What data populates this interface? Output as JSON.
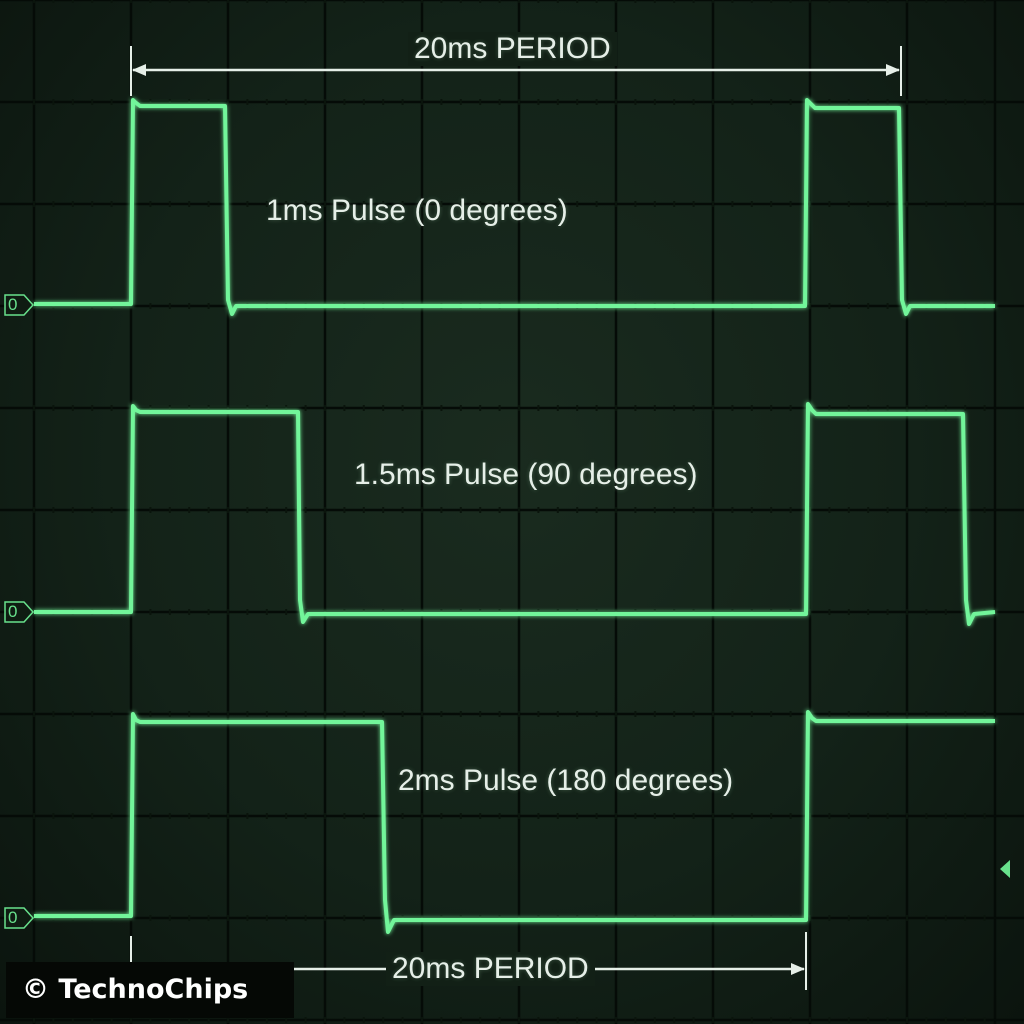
{
  "colors": {
    "trace": "#72f59a",
    "trace_glow": "#3fcf6c",
    "grid": "#050b07",
    "grid_dots": "#0a140c",
    "annotation": "#e6efe8",
    "marker": "#68e18c",
    "background": "#142418"
  },
  "top_period": {
    "label": "20ms PERIOD"
  },
  "bottom_period": {
    "label": "20ms PERIOD"
  },
  "channels": [
    {
      "label": "1ms Pulse (0 degrees)",
      "zero_marker": "0",
      "pulse_width_ms": 1,
      "angle_deg": 0
    },
    {
      "label": "1.5ms Pulse (90 degrees)",
      "zero_marker": "0",
      "pulse_width_ms": 1.5,
      "angle_deg": 90
    },
    {
      "label": "2ms Pulse (180 degrees)",
      "zero_marker": "0",
      "pulse_width_ms": 2,
      "angle_deg": 180
    }
  ],
  "right_marker_icon": "triangle-left-icon",
  "watermark": {
    "text": "© TechnoChips"
  }
}
